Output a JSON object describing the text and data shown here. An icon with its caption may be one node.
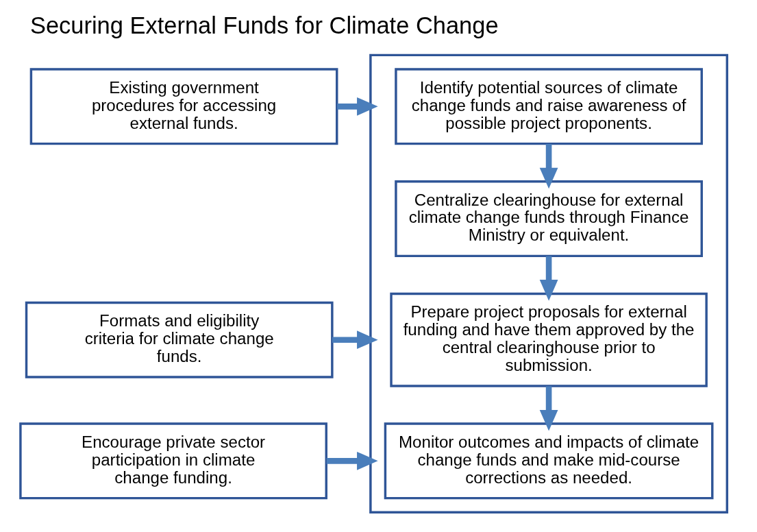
{
  "diagram": {
    "title": "Securing External Funds for Climate Change",
    "nodes": [
      {
        "text": [],
        "shape": "box"
      },
      {
        "text": [
          "Identify potential sources of climate change funds and raise awareness of possible project proponents."
        ],
        "in": 0
      },
      {
        "text": [
          "Centralize clearinghouse for external climate change funds through Finance Ministry or equivalent."
        ],
        "in": 0
      },
      {
        "text": [
          "Prepare project proposals for external funding and have them approved by the central clearinghouse prior to submission."
        ],
        "in": 0
      },
      {
        "text": [
          "Monitor outcomes and impacts of climate change funds and make mid-course corrections as needed."
        ],
        "in": 0
      },
      {
        "text": [
          "Existing government procedures for accessing external funds."
        ]
      },
      {
        "text": [
          "Formats and eligibility criteria for climate change funds."
        ]
      },
      {
        "text": [
          "Encourage private sector participation in climate change funding."
        ]
      }
    ],
    "edges": [
      {
        "from": 1,
        "to": 2,
        "arrow": "to"
      },
      {
        "from": 2,
        "to": 3,
        "arrow": "to"
      },
      {
        "from": 3,
        "to": 4,
        "arrow": "to"
      },
      {
        "from": 5,
        "to": 0,
        "arrow": "to"
      },
      {
        "from": 6,
        "to": 0,
        "arrow": "to"
      },
      {
        "from": 7,
        "to": 0,
        "arrow": "to"
      }
    ]
  }
}
